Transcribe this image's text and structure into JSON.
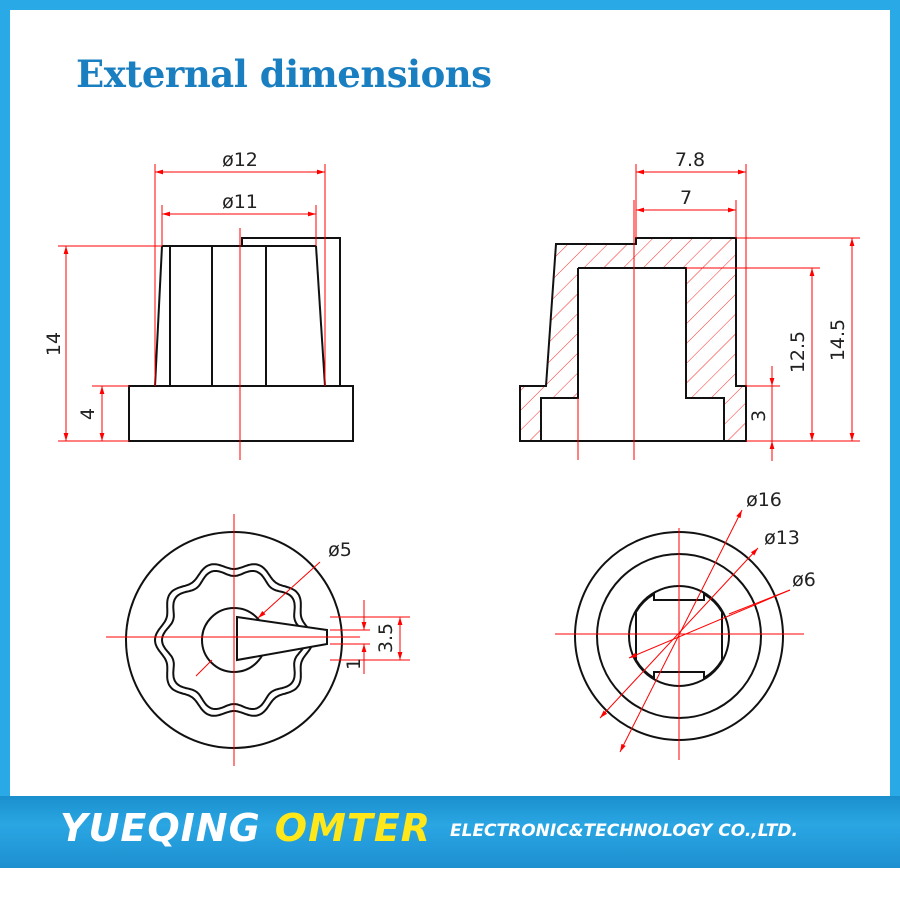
{
  "title": "External dimensions",
  "colors": {
    "accent": "#1a7fc1",
    "frame": "#29a9e6",
    "banner": "#1d8fd0",
    "brand_highlight": "#ffe71a",
    "dimension": "#ff0000"
  },
  "dimensions": {
    "front": {
      "outer_diameter": "ø12",
      "inner_diameter": "ø11",
      "height": "14",
      "base_height": "4"
    },
    "section": {
      "outer_width": "7.8",
      "inner_width": "7",
      "inner_height": "12.5",
      "total_height": "14.5",
      "base_height": "3"
    },
    "top": {
      "shaft_diameter": "ø5",
      "pointer_width": "3.5",
      "pointer_tip": "1"
    },
    "bottom": {
      "outer_diameter": "ø16",
      "mid_diameter": "ø13",
      "bore_diameter": "ø6"
    }
  },
  "banner": {
    "brand_primary": "YUEQING",
    "brand_secondary": "OMTER",
    "company": "ELECTRONIC&TECHNOLOGY CO.,LTD."
  }
}
